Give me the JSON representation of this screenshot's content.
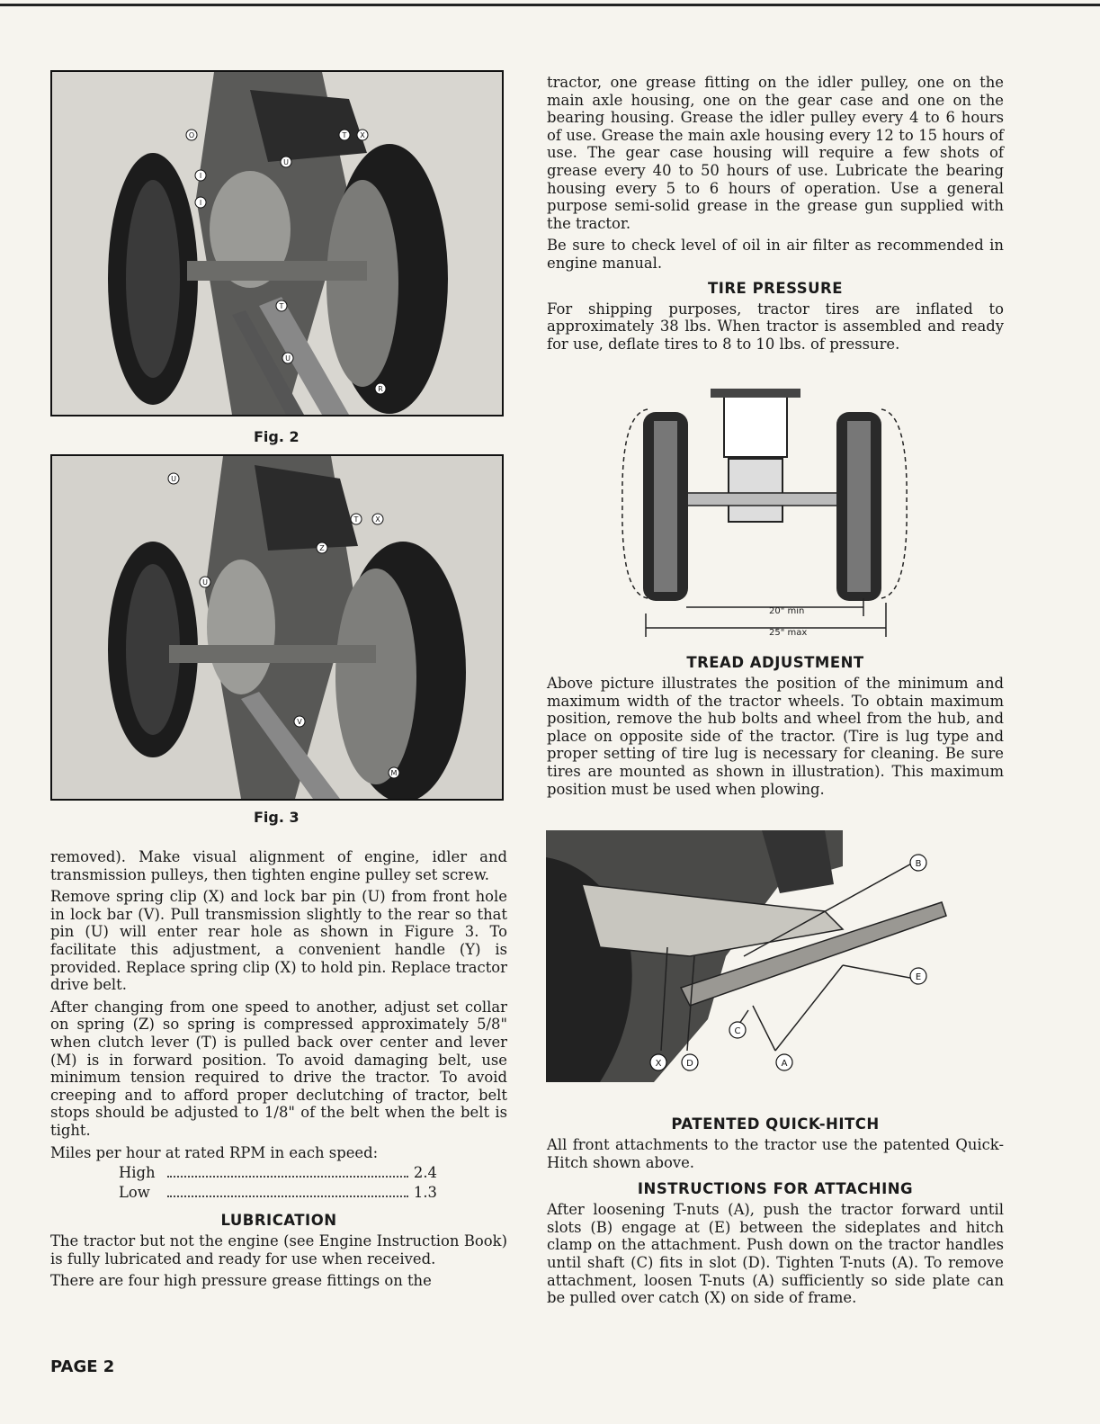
{
  "figures": {
    "fig2_caption": "Fig. 2",
    "fig3_caption": "Fig. 3",
    "fig2_callouts": [
      "O",
      "I",
      "I",
      "T",
      "X",
      "U",
      "T",
      "U",
      "R"
    ],
    "fig3_callouts": [
      "U",
      "T",
      "X",
      "Z",
      "U",
      "V",
      "M"
    ],
    "tread_labels": {
      "min": "20\" min",
      "max": "25\" max"
    },
    "hitch_callouts": [
      "B",
      "E",
      "C",
      "A",
      "X",
      "D"
    ]
  },
  "left_column": {
    "para1": "removed). Make visual alignment of engine, idler and transmission pulleys, then tighten engine pulley set screw.",
    "para2": "Remove spring clip (X) and lock bar pin (U) from front hole in lock bar (V). Pull transmission slightly to the rear so that pin (U) will enter rear hole as shown in Figure 3. To facilitate this adjustment, a convenient handle (Y) is provided. Replace spring clip (X) to hold pin. Replace tractor drive belt.",
    "para3": "After changing from one speed to another, adjust set collar on spring (Z) so spring is compressed approximately 5/8\" when clutch lever (T) is pulled back over center and lever (M) is in forward position. To avoid damaging belt, use minimum tension required to drive the tractor. To avoid creeping and to afford proper declutching of tractor, belt stops should be adjusted to 1/8\" of the belt when the belt is tight.",
    "para4": "Miles per hour at rated RPM in each speed:",
    "speeds": [
      {
        "label": "High",
        "value": "2.4"
      },
      {
        "label": "Low",
        "value": "1.3"
      }
    ],
    "lubrication_heading": "LUBRICATION",
    "para5": "The tractor but not the engine (see Engine Instruction Book) is fully lubricated and ready for use when received.",
    "para6": "There are four high pressure grease fittings on the"
  },
  "right_column": {
    "para1": "tractor, one grease fitting on the idler pulley, one on the main axle housing, one on the gear case and one on the bearing housing. Grease the idler pulley every 4 to 6 hours of use. Grease the main axle housing every 12 to 15 hours of use. The gear case housing will require a few shots of grease every 40 to 50 hours of use. Lubricate the bearing housing every 5 to 6 hours of operation. Use a general purpose semi-solid grease in the grease gun supplied with the tractor.",
    "para2": "Be sure to check level of oil in air filter as recommended in engine manual.",
    "tire_heading": "TIRE PRESSURE",
    "para3": "For shipping purposes, tractor tires are inflated to approximately 38 lbs. When tractor is assembled and ready for use, deflate tires to 8 to 10 lbs. of pressure.",
    "tread_heading": "TREAD ADJUSTMENT",
    "para4": "Above picture illustrates the position of the minimum and maximum width of the tractor wheels. To obtain maximum position, remove the hub bolts and wheel from the hub, and place on opposite side of the tractor. (Tire is lug type and proper setting of tire lug is necessary for cleaning. Be sure tires are mounted as shown in illustration). This maximum position must be used when plowing.",
    "hitch_heading": "PATENTED QUICK-HITCH",
    "para5": "All front attachments to the tractor use the patented Quick-Hitch shown above.",
    "instructions_heading": "INSTRUCTIONS FOR ATTACHING",
    "para6": "After loosening T-nuts (A), push the tractor forward until slots (B) engage at (E) between the sideplates and hitch clamp on the attachment. Push down on the tractor handles until shaft (C) fits in slot (D). Tighten T-nuts (A). To remove attachment, loosen T-nuts (A) sufficiently so side plate can be pulled over catch (X) on side of frame."
  },
  "footer": {
    "page_label": "PAGE 2"
  }
}
